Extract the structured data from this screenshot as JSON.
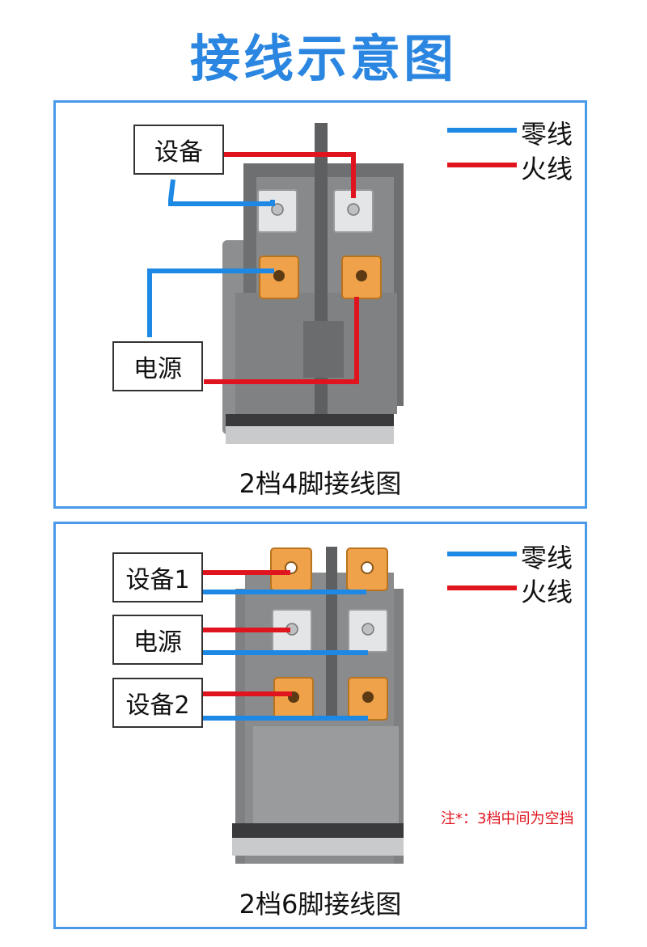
{
  "title": "接线示意图",
  "colors": {
    "neutral": "#1e88e5",
    "live": "#e0141e",
    "accent": "#2a86e0"
  },
  "legend": {
    "neutral": "零线",
    "live": "火线"
  },
  "panel1": {
    "caption": "2档4脚接线图",
    "labels": {
      "device": "设备",
      "power": "电源"
    }
  },
  "panel2": {
    "caption": "2档6脚接线图",
    "labels": {
      "device1": "设备1",
      "power": "电源",
      "device2": "设备2"
    },
    "note": "注*：3档中间为空挡"
  }
}
